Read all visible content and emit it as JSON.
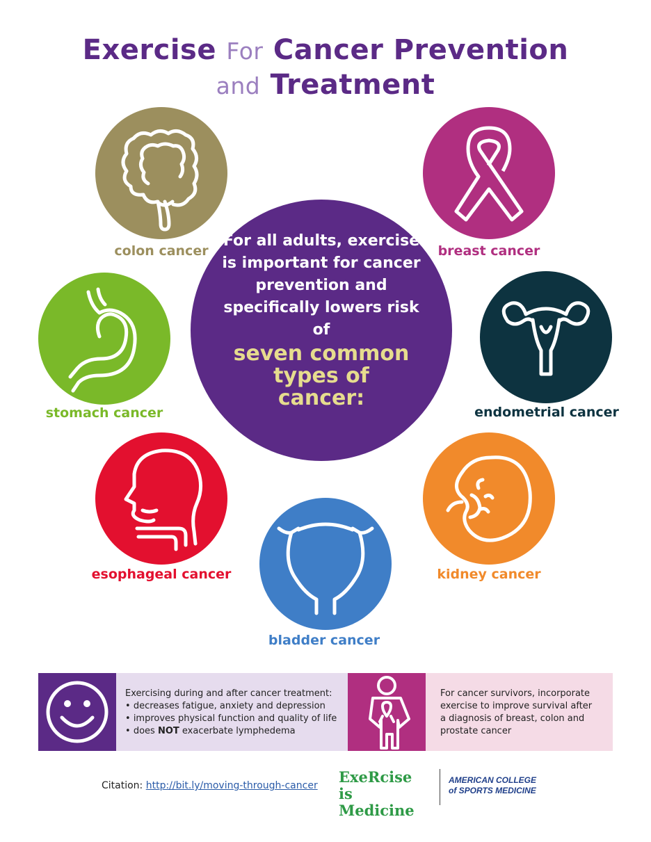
{
  "title": {
    "line1_part1": "Exercise",
    "line1_part2": "For",
    "line1_part3": "Cancer Prevention",
    "line2_part1": "and",
    "line2_part2": "Treatment"
  },
  "center": {
    "text_white": "For all adults, exercise is important for cancer prevention and specifically lowers risk of",
    "text_highlight": "seven common types of cancer:"
  },
  "cancers": [
    {
      "label": "colon cancer",
      "color": "#9c8f5e",
      "icon": "colon-icon"
    },
    {
      "label": "breast cancer",
      "color": "#b02f80",
      "icon": "ribbon-icon"
    },
    {
      "label": "stomach cancer",
      "color": "#7ab929",
      "icon": "stomach-icon"
    },
    {
      "label": "endometrial cancer",
      "color": "#0d3340",
      "icon": "uterus-icon"
    },
    {
      "label": "esophageal cancer",
      "color": "#e3102f",
      "icon": "head-throat-icon"
    },
    {
      "label": "kidney cancer",
      "color": "#f18a2b",
      "icon": "kidney-icon"
    },
    {
      "label": "bladder cancer",
      "color": "#3f7ec7",
      "icon": "bladder-icon"
    }
  ],
  "colors": {
    "purple": "#5b2a86",
    "highlight": "#e6dc8e"
  },
  "bottom_left": {
    "intro": "Exercising during and after cancer treatment:",
    "bullets": [
      "decreases fatigue, anxiety and depression",
      "improves physical function and quality of life"
    ],
    "bullet3_pre": "does",
    "bullet3_bold": "NOT",
    "bullet3_post": "exacerbate lymphedema",
    "icon": "smiley-icon"
  },
  "bottom_right": {
    "text": "For cancer survivors, incorporate exercise to improve survival after a diagnosis of breast, colon and prostate cancer",
    "icon": "survivor-icon"
  },
  "citation": {
    "label": "Citation:",
    "link": "http://bit.ly/moving-through-cancer"
  },
  "logos": {
    "eim_line1": "ExeRcise",
    "eim_line2": "is Medicine",
    "acsm_line1": "AMERICAN COLLEGE",
    "acsm_line2": "of SPORTS MEDICINE"
  }
}
